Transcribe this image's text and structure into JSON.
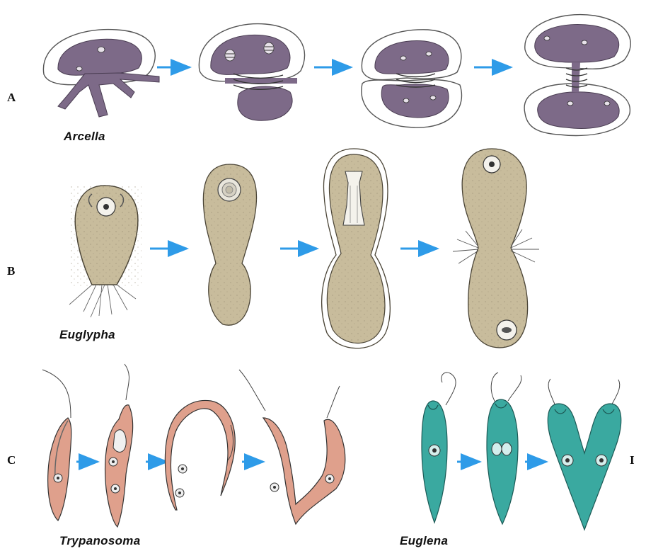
{
  "rows": {
    "a": {
      "label": "A",
      "caption": "Arcella"
    },
    "b": {
      "label": "B",
      "caption": "Euglypha"
    },
    "c": {
      "label": "C",
      "caption": "Trypanosoma"
    },
    "d": {
      "label": "I",
      "caption": "Euglena"
    }
  },
  "colors": {
    "arrow": "#2e9be8",
    "arcella_body": "#7d6a88",
    "euglypha_body": "#c8bc9c",
    "trypanosoma_body": "#dfa08c",
    "euglena_body": "#3aa9a0"
  }
}
